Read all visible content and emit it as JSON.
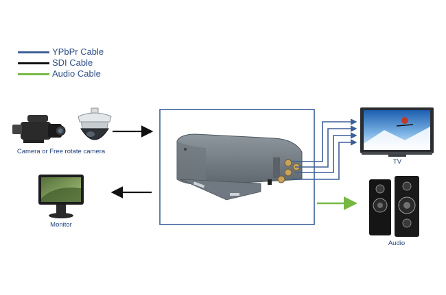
{
  "legend": {
    "items": [
      {
        "label": "YPbPr Cable",
        "color": "#3d5f97"
      },
      {
        "label": "SDI Cable",
        "color": "#111111"
      },
      {
        "label": "Audio Cable",
        "color": "#77b843"
      }
    ]
  },
  "devices": {
    "camera_caption": "Camera or Free rotate camera",
    "monitor_caption": "Monitor",
    "tv_caption": "TV",
    "audio_caption": "Audio"
  },
  "colors": {
    "box_border": "#2f5690",
    "converter_body": "#6d767f",
    "ypbpr": "#3d5f97",
    "sdi": "#111111",
    "audio": "#77b843"
  }
}
